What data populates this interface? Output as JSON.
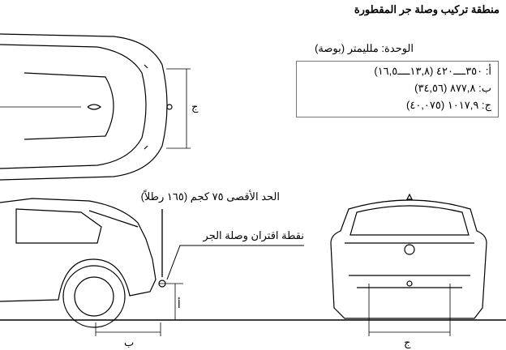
{
  "title": "منطقة تركيب وصلة جر المقطورة",
  "unit_label": "الوحدة: ملليمتر (بوصة)",
  "dimensions": [
    {
      "key": "أ:",
      "value": "٣٥٠ــــ٤٢٠ (١٣,٨ــــ١٦,٥)"
    },
    {
      "key": "ب:",
      "value": "٨٧٧,٨ (٣٤,٥٦)"
    },
    {
      "key": "ج:",
      "value": "١٠١٧,٩ (٤٠,٠٧٥)"
    }
  ],
  "max_load": "الحد الأقصى ٧٥ كجم (١٦٥ رطلاً)",
  "hitch_point": "نقطة اقتران وصلة الجر",
  "labels": {
    "a": "أ",
    "b": "ب",
    "c_top": "ج",
    "c_rear": "ج"
  }
}
